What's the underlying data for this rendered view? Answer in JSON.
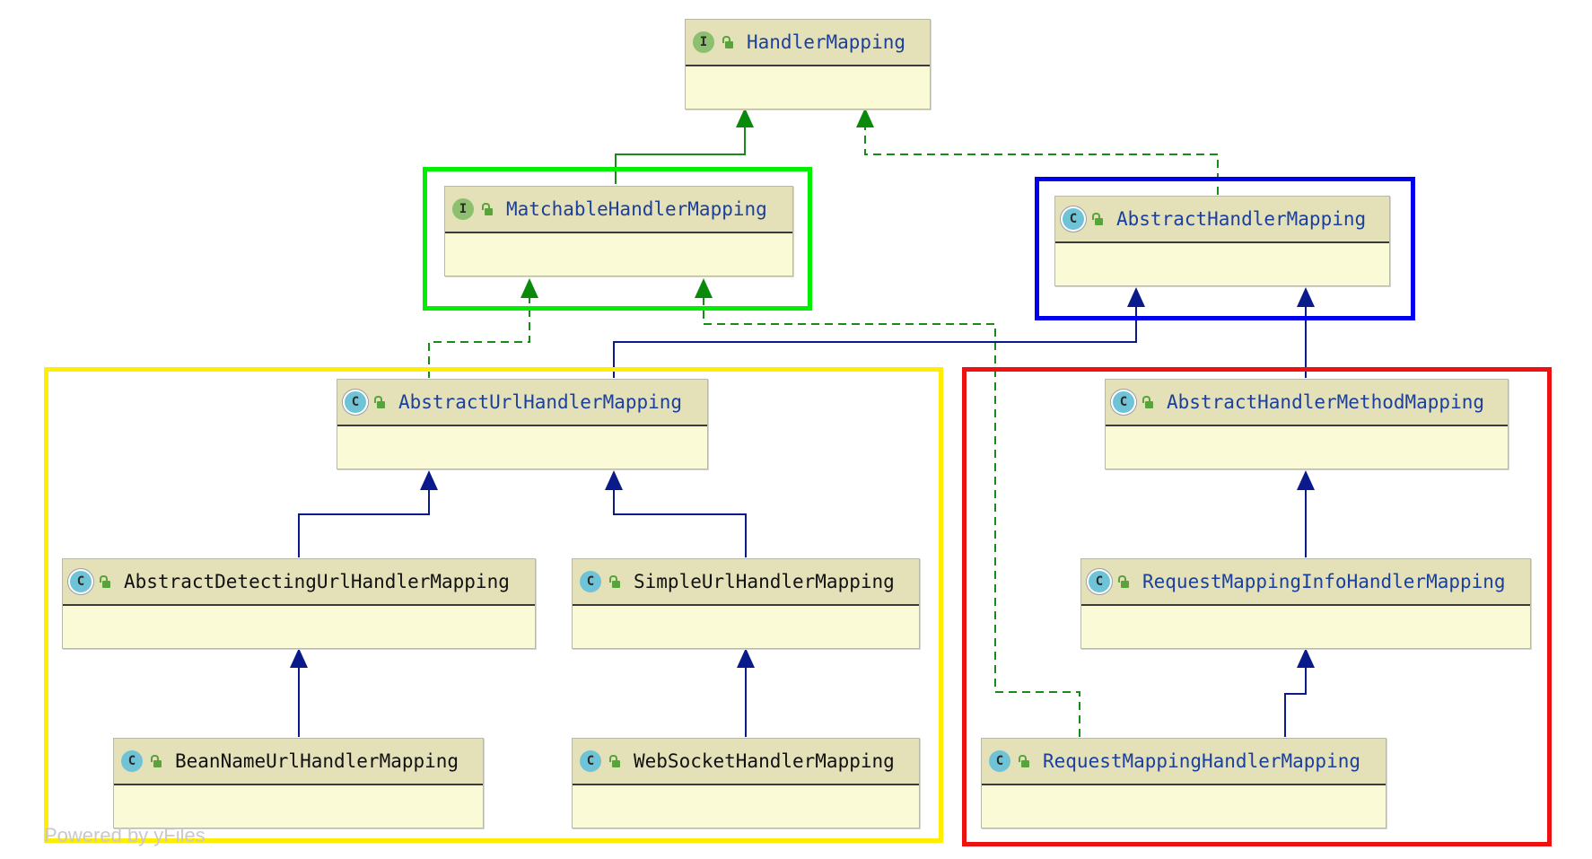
{
  "nodes": {
    "handler_mapping": {
      "kind": "interface",
      "badge": "I",
      "name": "HandlerMapping",
      "text_color": "blue"
    },
    "matchable_handler_mapping": {
      "kind": "interface",
      "badge": "I",
      "name": "MatchableHandlerMapping",
      "text_color": "blue"
    },
    "abstract_handler_mapping": {
      "kind": "abstract",
      "badge": "C",
      "name": "AbstractHandlerMapping",
      "text_color": "blue"
    },
    "abstract_url_handler_mapping": {
      "kind": "abstract",
      "badge": "C",
      "name": "AbstractUrlHandlerMapping",
      "text_color": "blue"
    },
    "abstract_handler_method_mapping": {
      "kind": "abstract",
      "badge": "C",
      "name": "AbstractHandlerMethodMapping",
      "text_color": "blue"
    },
    "abstract_detecting_url_handler_mapping": {
      "kind": "abstract",
      "badge": "C",
      "name": "AbstractDetectingUrlHandlerMapping",
      "text_color": "black"
    },
    "simple_url_handler_mapping": {
      "kind": "class",
      "badge": "C",
      "name": "SimpleUrlHandlerMapping",
      "text_color": "black"
    },
    "request_mapping_info_handler_mapping": {
      "kind": "abstract",
      "badge": "C",
      "name": "RequestMappingInfoHandlerMapping",
      "text_color": "blue"
    },
    "bean_name_url_handler_mapping": {
      "kind": "class",
      "badge": "C",
      "name": "BeanNameUrlHandlerMapping",
      "text_color": "black"
    },
    "web_socket_handler_mapping": {
      "kind": "class",
      "badge": "C",
      "name": "WebSocketHandlerMapping",
      "text_color": "black"
    },
    "request_mapping_handler_mapping": {
      "kind": "class",
      "badge": "C",
      "name": "RequestMappingHandlerMapping",
      "text_color": "blue"
    }
  },
  "edges": [
    {
      "from": "matchable_handler_mapping",
      "to": "handler_mapping",
      "relation": "extends"
    },
    {
      "from": "abstract_handler_mapping",
      "to": "handler_mapping",
      "relation": "implements"
    },
    {
      "from": "abstract_url_handler_mapping",
      "to": "matchable_handler_mapping",
      "relation": "implements"
    },
    {
      "from": "request_mapping_handler_mapping",
      "to": "matchable_handler_mapping",
      "relation": "implements"
    },
    {
      "from": "abstract_url_handler_mapping",
      "to": "abstract_handler_mapping",
      "relation": "extends"
    },
    {
      "from": "abstract_handler_method_mapping",
      "to": "abstract_handler_mapping",
      "relation": "extends"
    },
    {
      "from": "abstract_detecting_url_handler_mapping",
      "to": "abstract_url_handler_mapping",
      "relation": "extends"
    },
    {
      "from": "simple_url_handler_mapping",
      "to": "abstract_url_handler_mapping",
      "relation": "extends"
    },
    {
      "from": "bean_name_url_handler_mapping",
      "to": "abstract_detecting_url_handler_mapping",
      "relation": "extends"
    },
    {
      "from": "web_socket_handler_mapping",
      "to": "simple_url_handler_mapping",
      "relation": "extends"
    },
    {
      "from": "request_mapping_info_handler_mapping",
      "to": "abstract_handler_method_mapping",
      "relation": "extends"
    },
    {
      "from": "request_mapping_handler_mapping",
      "to": "request_mapping_info_handler_mapping",
      "relation": "extends"
    }
  ],
  "highlight_colors": {
    "green": "#00ee00",
    "blue": "#0000ee",
    "yellow": "#ffee00",
    "red": "#ee1111"
  },
  "edge_colors": {
    "interface_realization": "#1a8a1a",
    "class_inheritance": "#0a1a8a"
  },
  "footer": "Powered by yFiles"
}
